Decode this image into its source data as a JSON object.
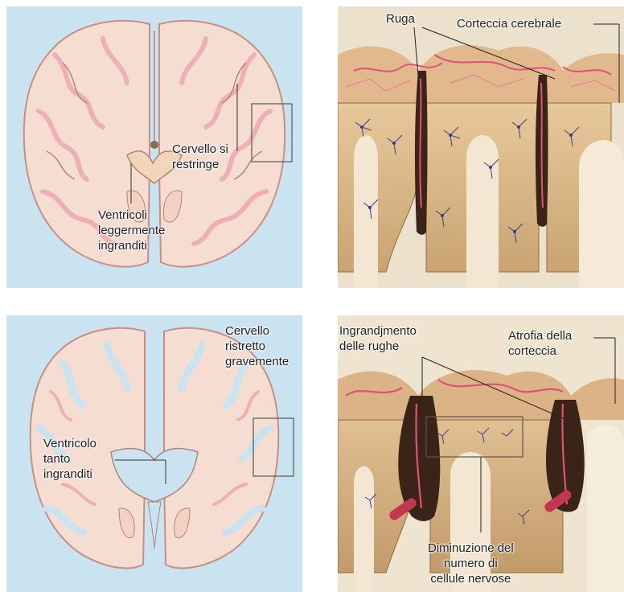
{
  "panels": {
    "top_left": {
      "label_shrink": "Cervello si\nrestringe",
      "label_ventricles": "Ventricoli\nleggermente\ningranditi"
    },
    "top_right": {
      "label_ruga": "Ruga",
      "label_cortex": "Corteccia cerebrale"
    },
    "bottom_left": {
      "label_shrunk": "Cervello\nristretto\ngravemente",
      "label_ventricle": "Ventricolo\ntanto\ningranditi"
    },
    "bottom_right": {
      "label_grooves": "Ingrandjmento\ndelle rughe",
      "label_atrophy": "Atrofia della\ncorteccia",
      "label_neurons": "Diminuzione del\nnumero di\ncellule nervose"
    }
  },
  "colors": {
    "brain_bg": "#c9e3f0",
    "brain_tissue": "#f6ddd2",
    "brain_fold": "#f0b3b8",
    "cortex_tan": "#d9b98a",
    "cortex_dark": "#8e6b3e",
    "vessel_pink": "#e0517a",
    "neuron_blue": "#3a3f8a"
  }
}
